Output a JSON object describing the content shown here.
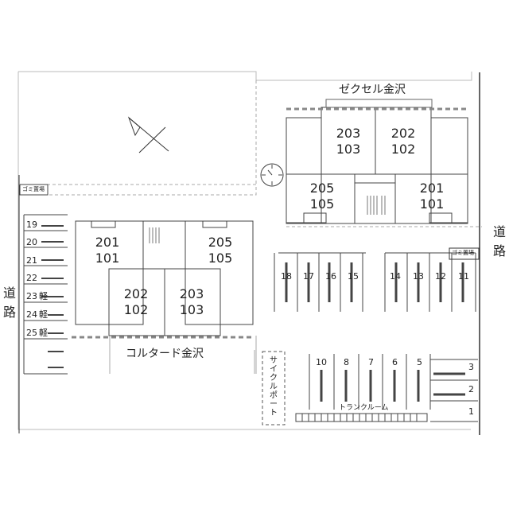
{
  "buildings": {
    "north": {
      "name": "ゼクセル金沢",
      "units": [
        {
          "top": "203",
          "bottom": "103"
        },
        {
          "top": "202",
          "bottom": "102"
        },
        {
          "top": "205",
          "bottom": "105"
        },
        {
          "top": "201",
          "bottom": "101"
        }
      ]
    },
    "south": {
      "name": "コルタード金沢",
      "units": [
        {
          "top": "201",
          "bottom": "101"
        },
        {
          "top": "205",
          "bottom": "105"
        },
        {
          "top": "202",
          "bottom": "102"
        },
        {
          "top": "203",
          "bottom": "103"
        }
      ]
    }
  },
  "roads": {
    "left": [
      "道",
      "路"
    ],
    "right": [
      "道",
      "路"
    ]
  },
  "garbage_left": "ゴミ置場",
  "garbage_right": "ゴミ置場",
  "bicycle_port": [
    "サ",
    "イ",
    "ク",
    "ル",
    "ポ",
    "ー",
    "ト"
  ],
  "trunk_room": "トランクルーム",
  "parking": {
    "left_column": [
      "19",
      "20",
      "21",
      "22",
      "23",
      "24",
      "25"
    ],
    "kei_mark": "軽",
    "kei_spaces": [
      "23",
      "24",
      "25"
    ],
    "center_row": [
      "18",
      "17",
      "16",
      "15"
    ],
    "right_row": [
      "14",
      "13",
      "12",
      "11"
    ],
    "lower_row": [
      "10",
      "8",
      "7",
      "6",
      "5"
    ],
    "right_column": [
      "3",
      "2",
      "1"
    ]
  },
  "colors": {
    "line": "#333333",
    "dash": "#888888"
  }
}
